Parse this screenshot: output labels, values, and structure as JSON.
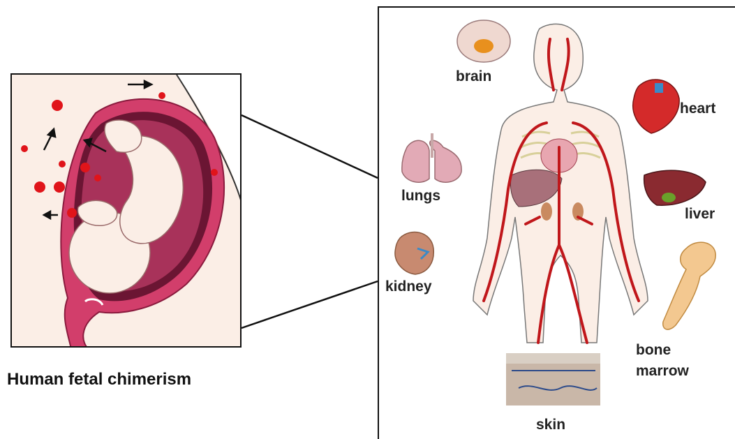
{
  "caption": "Human fetal chimerism",
  "organs": {
    "brain": "brain",
    "heart": "heart",
    "lungs": "lungs",
    "liver": "liver",
    "kidney": "kidney",
    "bone": "bone",
    "marrow": "marrow",
    "skin": "skin"
  },
  "colors": {
    "blood": "#c0171b",
    "uterus": "#d23e6b",
    "fetal_cell": "#e0141a",
    "skin_tone": "#fbeee6"
  }
}
